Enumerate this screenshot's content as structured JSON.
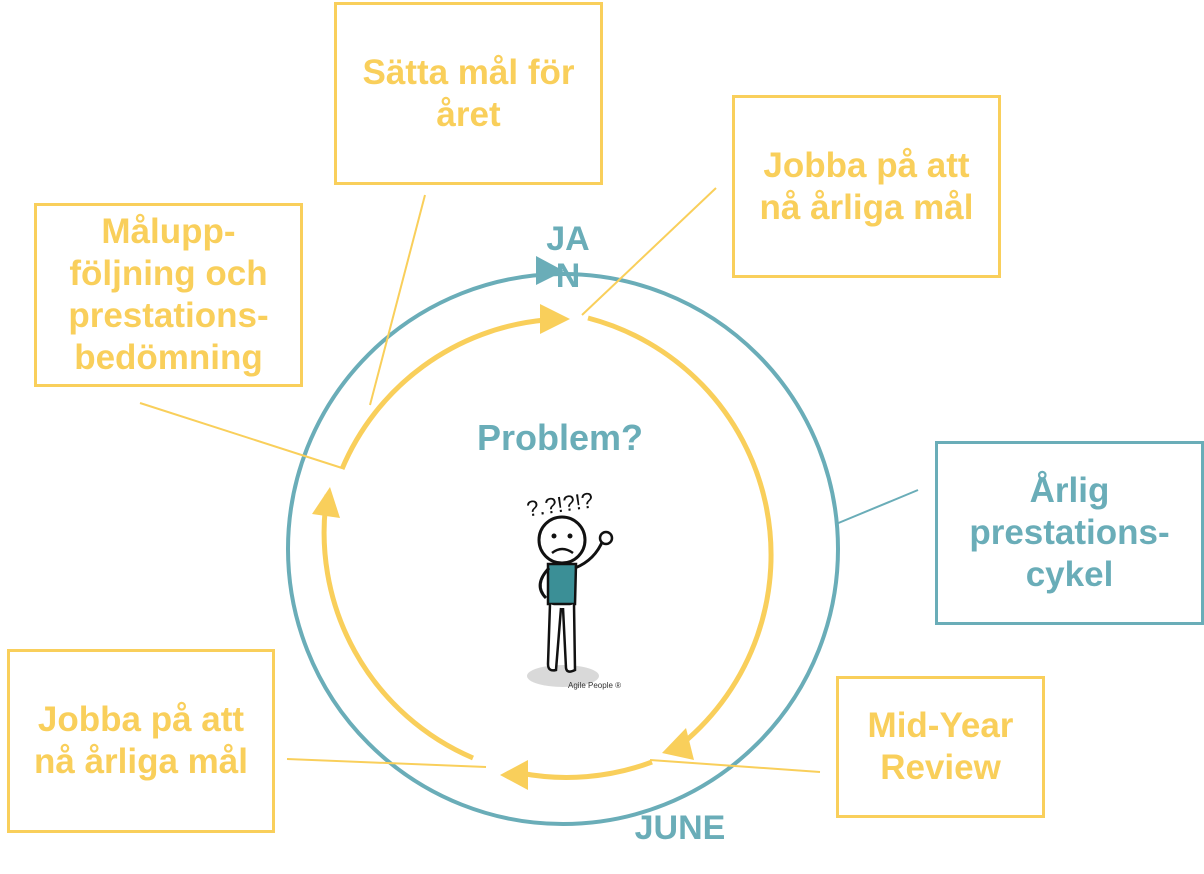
{
  "colors": {
    "teal": "#6aadb8",
    "yellow": "#f9cf5b",
    "figure_shirt": "#3b8f96"
  },
  "labels": {
    "jan": "JA\nN",
    "june": "JUNE",
    "center_question": "Problem?"
  },
  "boxes": {
    "set_goals": "Sätta mål för året",
    "work_goals_top": "Jobba på att nå årliga mål",
    "follow_up": "Målupp-följning och prestations-bedömning",
    "cycle": "Årlig prestations-cykel",
    "work_goals_bottom": "Jobba på att nå årliga mål",
    "mid_year": "Mid-Year Review"
  },
  "illustration": {
    "name": "confused-person-icon",
    "marks": "?.?!?!?",
    "credit": "Agile People ®"
  }
}
